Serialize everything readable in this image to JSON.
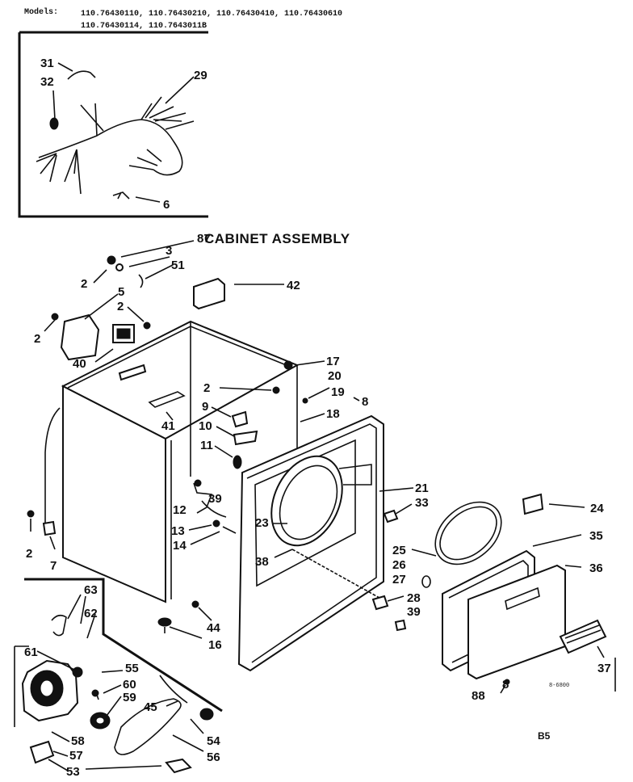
{
  "header": {
    "models_label": "Models:",
    "models_line1": "110.76430110, 110.76430210, 110.76430410, 110.76430610",
    "models_line2": "110.76430114, 110.7643011B"
  },
  "title": "CABINET ASSEMBLY",
  "footer": {
    "page_code": "B5",
    "ref_code": "8-6800"
  },
  "callouts": {
    "c31": "31",
    "c32": "32",
    "c29": "29",
    "c6": "6",
    "c87": "87",
    "c3": "3",
    "c51": "51",
    "c2a": "2",
    "c42": "42",
    "c5": "5",
    "c2b": "2",
    "c2c": "2",
    "c40": "40",
    "c17": "17",
    "c2d": "2",
    "c20": "20",
    "c19": "19",
    "c8a": "8",
    "c18": "18",
    "c9": "9",
    "c41": "41",
    "c10": "10",
    "c11": "11",
    "c21": "21",
    "c33": "33",
    "c24": "24",
    "c12": "12",
    "c39a": "39",
    "c23": "23",
    "c35": "35",
    "c2e": "2",
    "c13": "13",
    "c14": "14",
    "c38": "38",
    "c25": "25",
    "c26": "26",
    "c27": "27",
    "c36": "36",
    "c7": "7",
    "c28": "28",
    "c39b": "39",
    "c63": "63",
    "c62": "62",
    "c44": "44",
    "c16": "16",
    "c37": "37",
    "c61": "61",
    "c55": "55",
    "c60": "60",
    "c59": "59",
    "c45": "45",
    "c88": "88",
    "c8b": "8",
    "c58": "58",
    "c57": "57",
    "c53": "53",
    "c54": "54",
    "c56": "56"
  }
}
